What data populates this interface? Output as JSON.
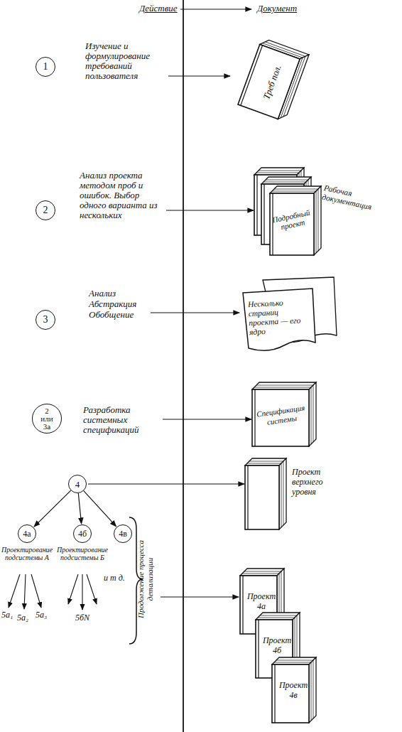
{
  "diagram": {
    "nodes": [
      {
        "text": [
          "1",
          "Изучение и формулирование требований пользователя"
        ]
      },
      {
        "text": [
          "Треб пол."
        ]
      },
      {
        "text": [
          "2",
          "Анализ проекта методом проб и ошибок. Выбор одного варианта из нескольких"
        ]
      },
      {
        "text": [
          "Подробный проект",
          "Рабочая документация"
        ]
      },
      {
        "text": [
          "3",
          "Анализ Абстракция Обобщение"
        ]
      },
      {
        "text": [
          "Несколько страниц проекта — его ядро"
        ]
      },
      {
        "text": [
          "2 или 3а",
          "Разработка системных спецификаций"
        ]
      },
      {
        "text": [
          "Спецификация системы"
        ]
      },
      {
        "text": [
          "4"
        ]
      },
      {
        "text": [
          "Проект верхнего уровня"
        ]
      },
      {
        "text": [
          "4а",
          "Проектирование подсистемы А"
        ]
      },
      {
        "text": [
          "4б",
          "Проектирование подсистемы Б"
        ]
      },
      {
        "text": [
          "4в"
        ]
      },
      {
        "text": [
          "Проект 4а"
        ]
      },
      {
        "text": [
          "Проект 4б"
        ]
      },
      {
        "text": [
          "Проект 4в"
        ]
      }
    ],
    "edges": [
      {
        "from": 0,
        "to": 1,
        "arrow": "to"
      },
      {
        "from": 2,
        "to": 3,
        "arrow": "to"
      },
      {
        "from": 4,
        "to": 5,
        "arrow": "to"
      },
      {
        "from": 6,
        "to": 7,
        "arrow": "to"
      },
      {
        "from": 8,
        "to": 9,
        "arrow": "to"
      },
      {
        "from": 8,
        "to": 10,
        "arrow": "to"
      },
      {
        "from": 8,
        "to": 11,
        "arrow": "to"
      },
      {
        "from": 8,
        "to": 12,
        "arrow": "to"
      }
    ],
    "labels": [
      "Действие",
      "Документ",
      "и т д.",
      "Продолжение процесса детализации",
      "5а₁",
      "5а₂",
      "5а₃",
      "5бN"
    ]
  }
}
